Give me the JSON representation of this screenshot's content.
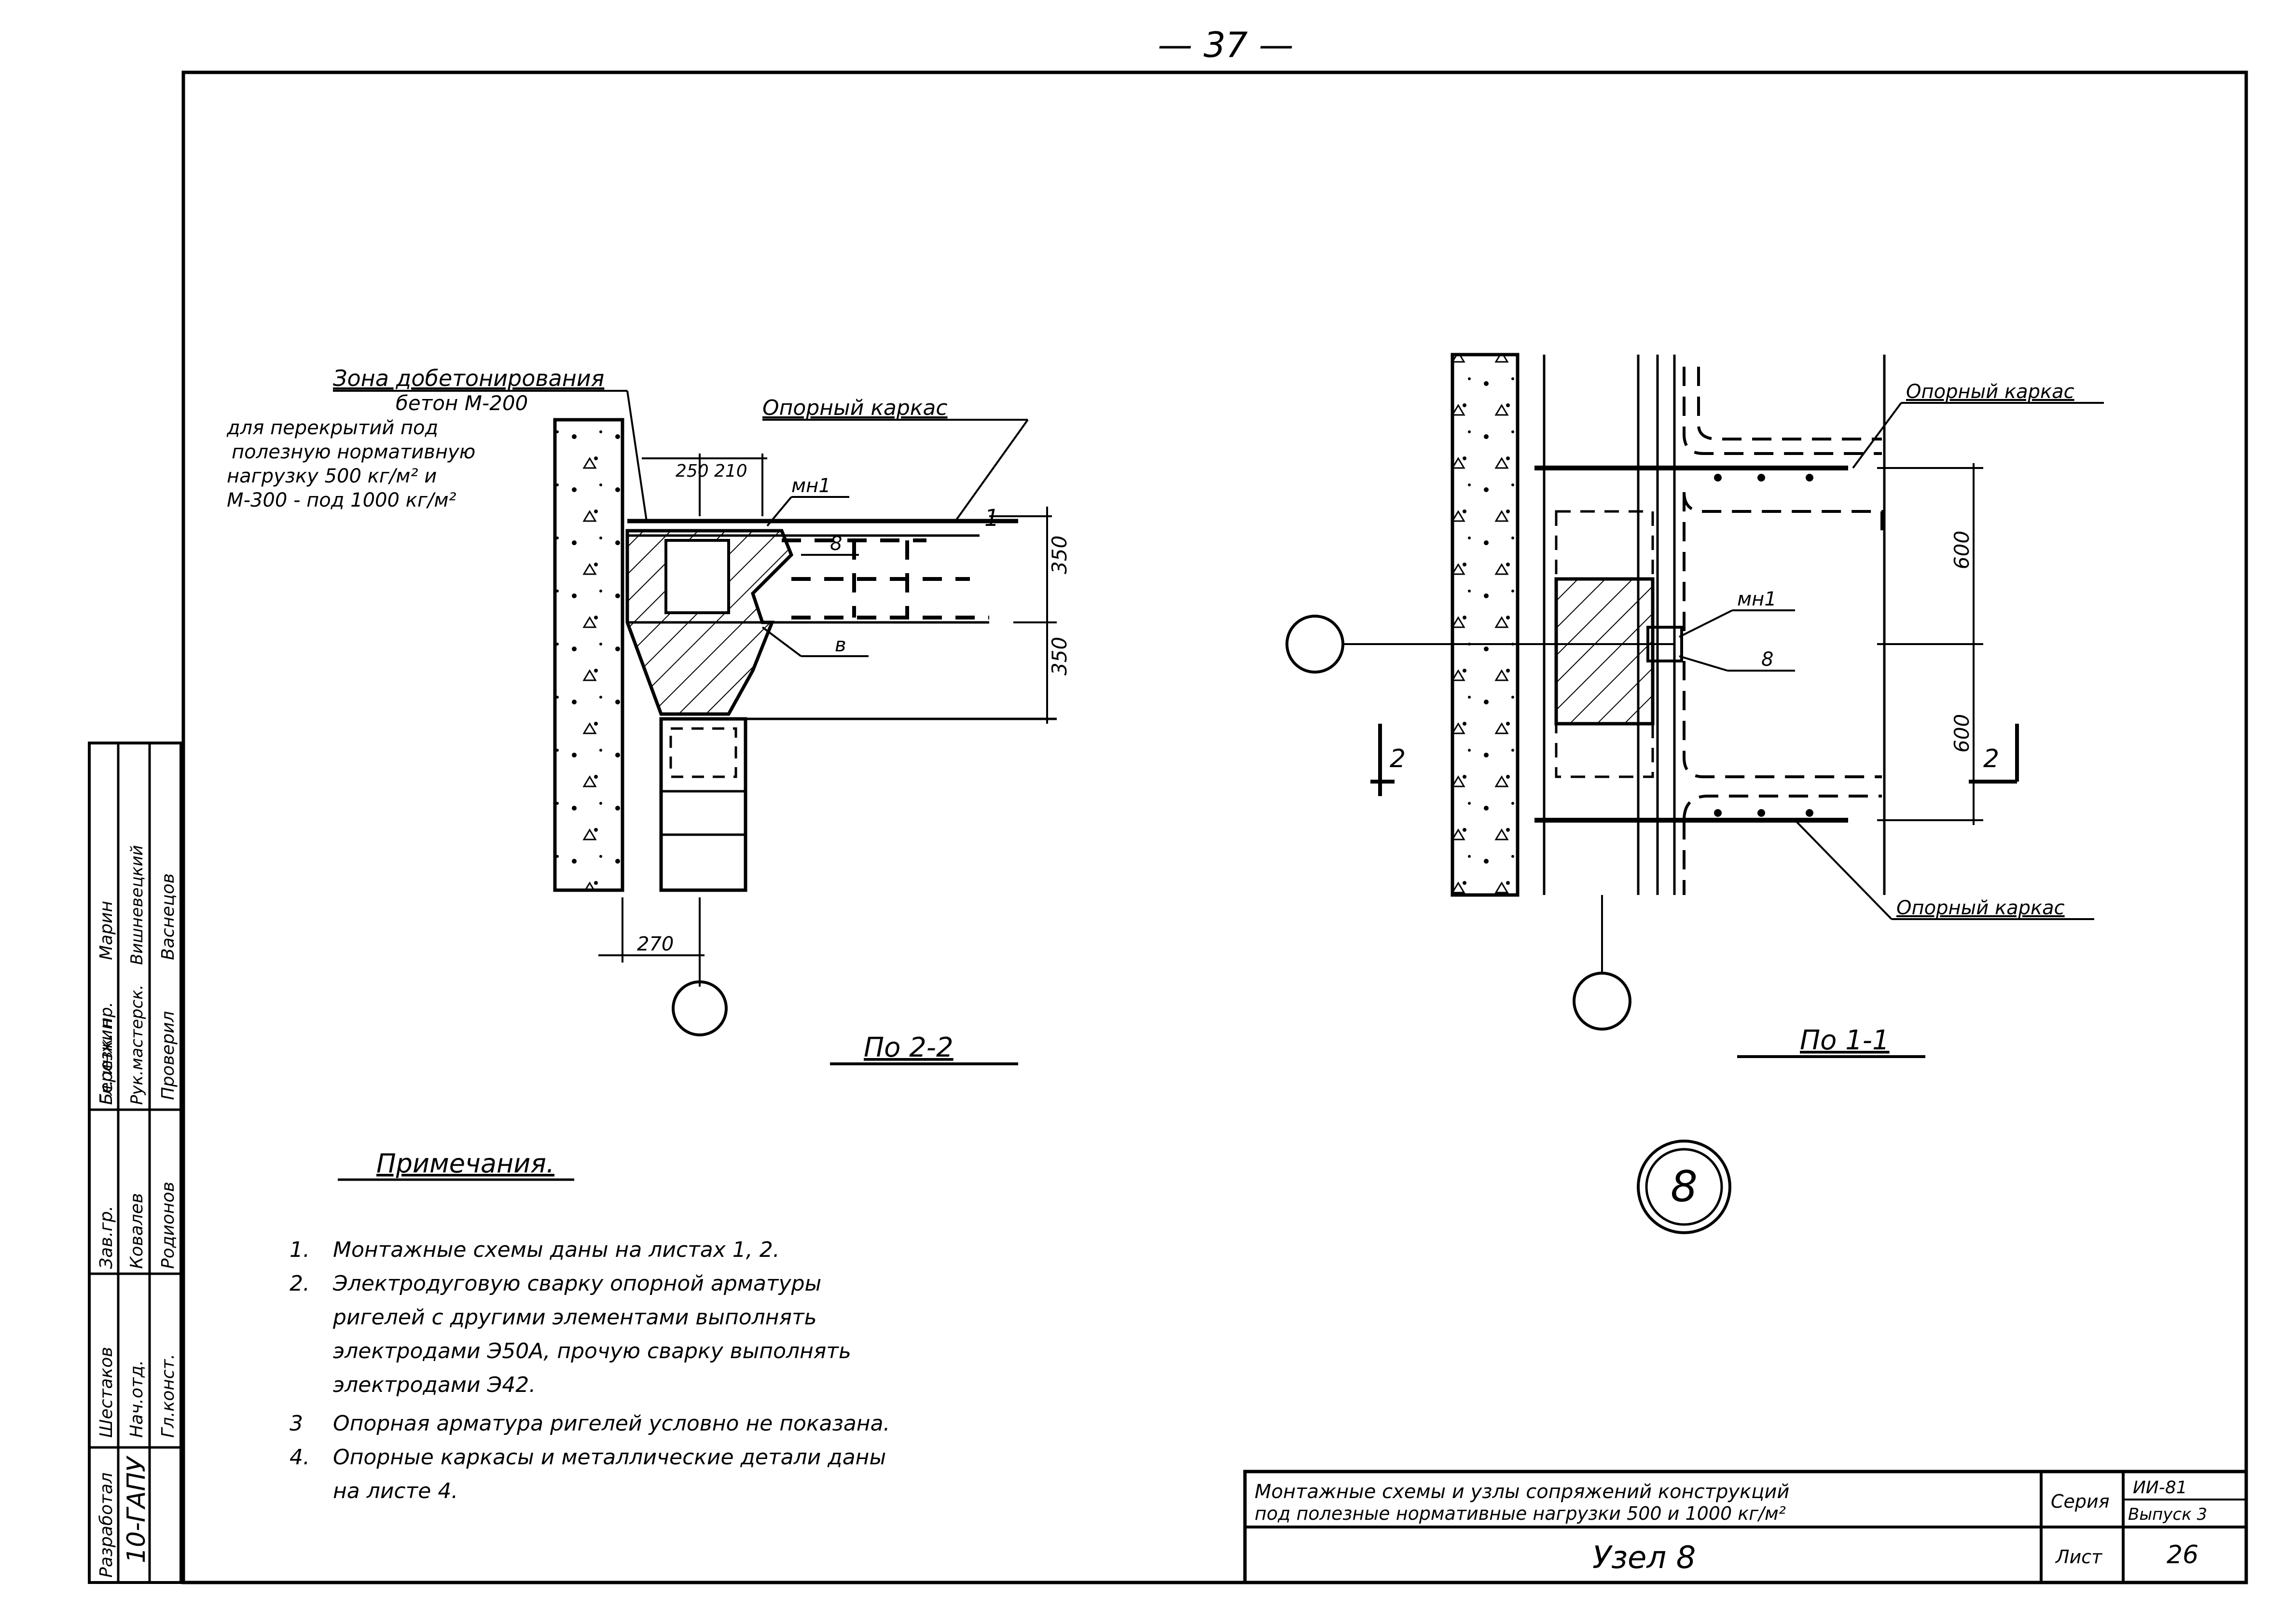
{
  "page_number": "— 37 —",
  "left_detail": {
    "zone_label": "Зона добетонирования",
    "concrete_label": "бетон М-200",
    "note_lines": [
      "для перекрытий под",
      "полезную нормативную",
      "нагрузку 500 кг/м² и",
      "М-300 - под 1000 кг/м²"
    ],
    "section_mark": "1",
    "frame_label": "Опорный каркас",
    "mn_label": "мн1",
    "num8": "8",
    "numv": "в",
    "dim_250": "250",
    "dim_210": "210",
    "dim_350_top": "350",
    "dim_350_bottom": "350",
    "dim_270": "270",
    "caption": "По 2-2"
  },
  "right_detail": {
    "frame_label_top": "Опорный каркас",
    "frame_label_bottom": "Опорный каркас",
    "mn_label": "мн1",
    "num8": "8",
    "dim_600_top": "600",
    "dim_600_bottom": "600",
    "section_left": "2",
    "section_right": "2",
    "caption": "По 1-1"
  },
  "node_number": "8",
  "notes": {
    "title": "Примечания.",
    "items": [
      {
        "num": "1.",
        "lines": [
          "Монтажные схемы даны на листах 1, 2."
        ]
      },
      {
        "num": "2.",
        "lines": [
          "Электродуговую сварку опорной арматуры",
          "ригелей с другими элементами выполнять",
          "электродами Э50А, прочую сварку выполнять",
          "электродами Э42."
        ]
      },
      {
        "num": "3",
        "lines": [
          "Опорная арматура ригелей условно не показана."
        ]
      },
      {
        "num": "4.",
        "lines": [
          "Опорные каркасы и металлические детали даны",
          "на листе 4."
        ]
      }
    ]
  },
  "stamp": {
    "rows": [
      {
        "role": "Разработал",
        "name": "Шестаков"
      },
      {
        "role": "Зав.гр.",
        "name": "Березкин"
      },
      {
        "role": "Нач.отд.",
        "name": "Ковалев"
      },
      {
        "role": "Гл.конст.",
        "name": "Родионов"
      },
      {
        "role": "Рук.мастерск.",
        "name": "Вишневецкий"
      }
    ],
    "org": "10-ГАПУ",
    "extra_left": "Гл. инж. пр.",
    "extra_name": "Марин",
    "checked": "Проверил",
    "checked_name": "Васнецов"
  },
  "title_block": {
    "description_line1": "Монтажные схемы и узлы сопряжений конструкций",
    "description_line2": "под полезные нормативные нагрузки 500 и 1000 кг/м²",
    "series_label": "Серия",
    "series_value": "ИИ-81",
    "issue_value": "Выпуск 3",
    "title": "Узел 8",
    "sheet_label": "Лист",
    "sheet_value": "26"
  }
}
